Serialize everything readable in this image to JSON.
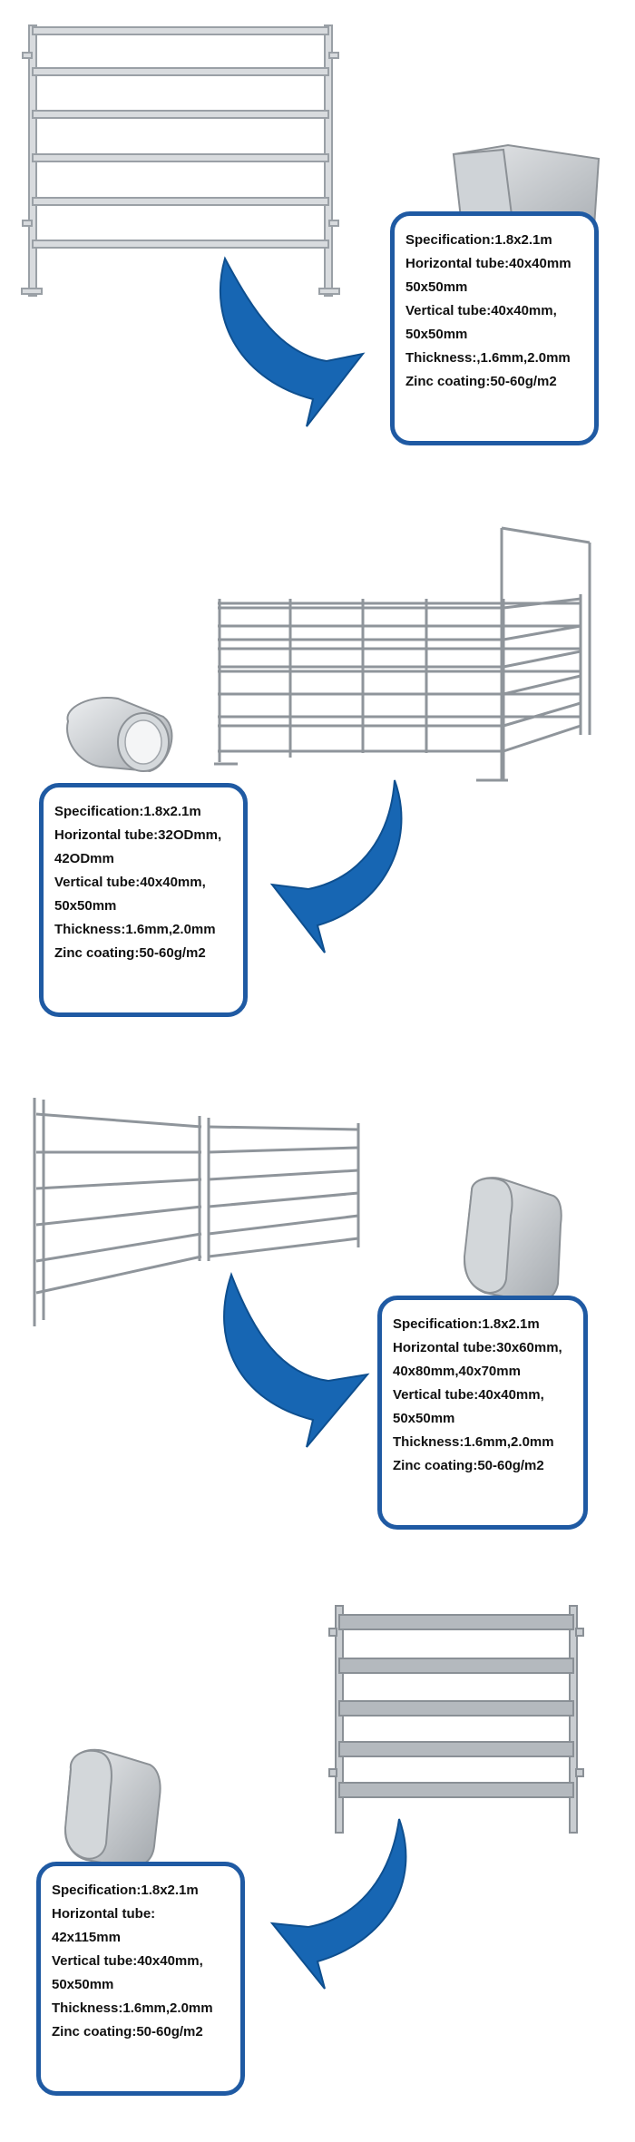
{
  "colors": {
    "box_border": "#1f5aa3",
    "arrow": "#1766b3",
    "steel": "#b9bec4"
  },
  "products": [
    {
      "name": "flat-rail-panel",
      "tube_shape": "square",
      "spec_lines": [
        "Specification:1.8x2.1m",
        "Horizontal tube:40x40mm",
        "50x50mm",
        "Vertical tube:40x40mm,",
        "50x50mm",
        "Thickness:,1.6mm,2.0mm",
        "Zinc coating:50-60g/m2"
      ]
    },
    {
      "name": "round-rail-pen",
      "tube_shape": "round",
      "spec_lines": [
        "Specification:1.8x2.1m",
        "Horizontal tube:32ODmm,",
        "42ODmm",
        "Vertical tube:40x40mm,",
        "50x50mm",
        "Thickness:1.6mm,2.0mm",
        "Zinc coating:50-60g/m2"
      ]
    },
    {
      "name": "oval-rail-panels",
      "tube_shape": "oval",
      "spec_lines": [
        "Specification:1.8x2.1m",
        "Horizontal tube:30x60mm,",
        "40x80mm,40x70mm",
        "Vertical tube:40x40mm,",
        "50x50mm",
        "Thickness:1.6mm,2.0mm",
        "Zinc coating:50-60g/m2"
      ]
    },
    {
      "name": "oval-115-panel",
      "tube_shape": "oval-tall",
      "spec_lines": [
        "Specification:1.8x2.1m",
        "Horizontal tube:",
        "42x115mm",
        "Vertical tube:40x40mm,",
        "50x50mm",
        "Thickness:1.6mm,2.0mm",
        "Zinc coating:50-60g/m2"
      ]
    }
  ]
}
